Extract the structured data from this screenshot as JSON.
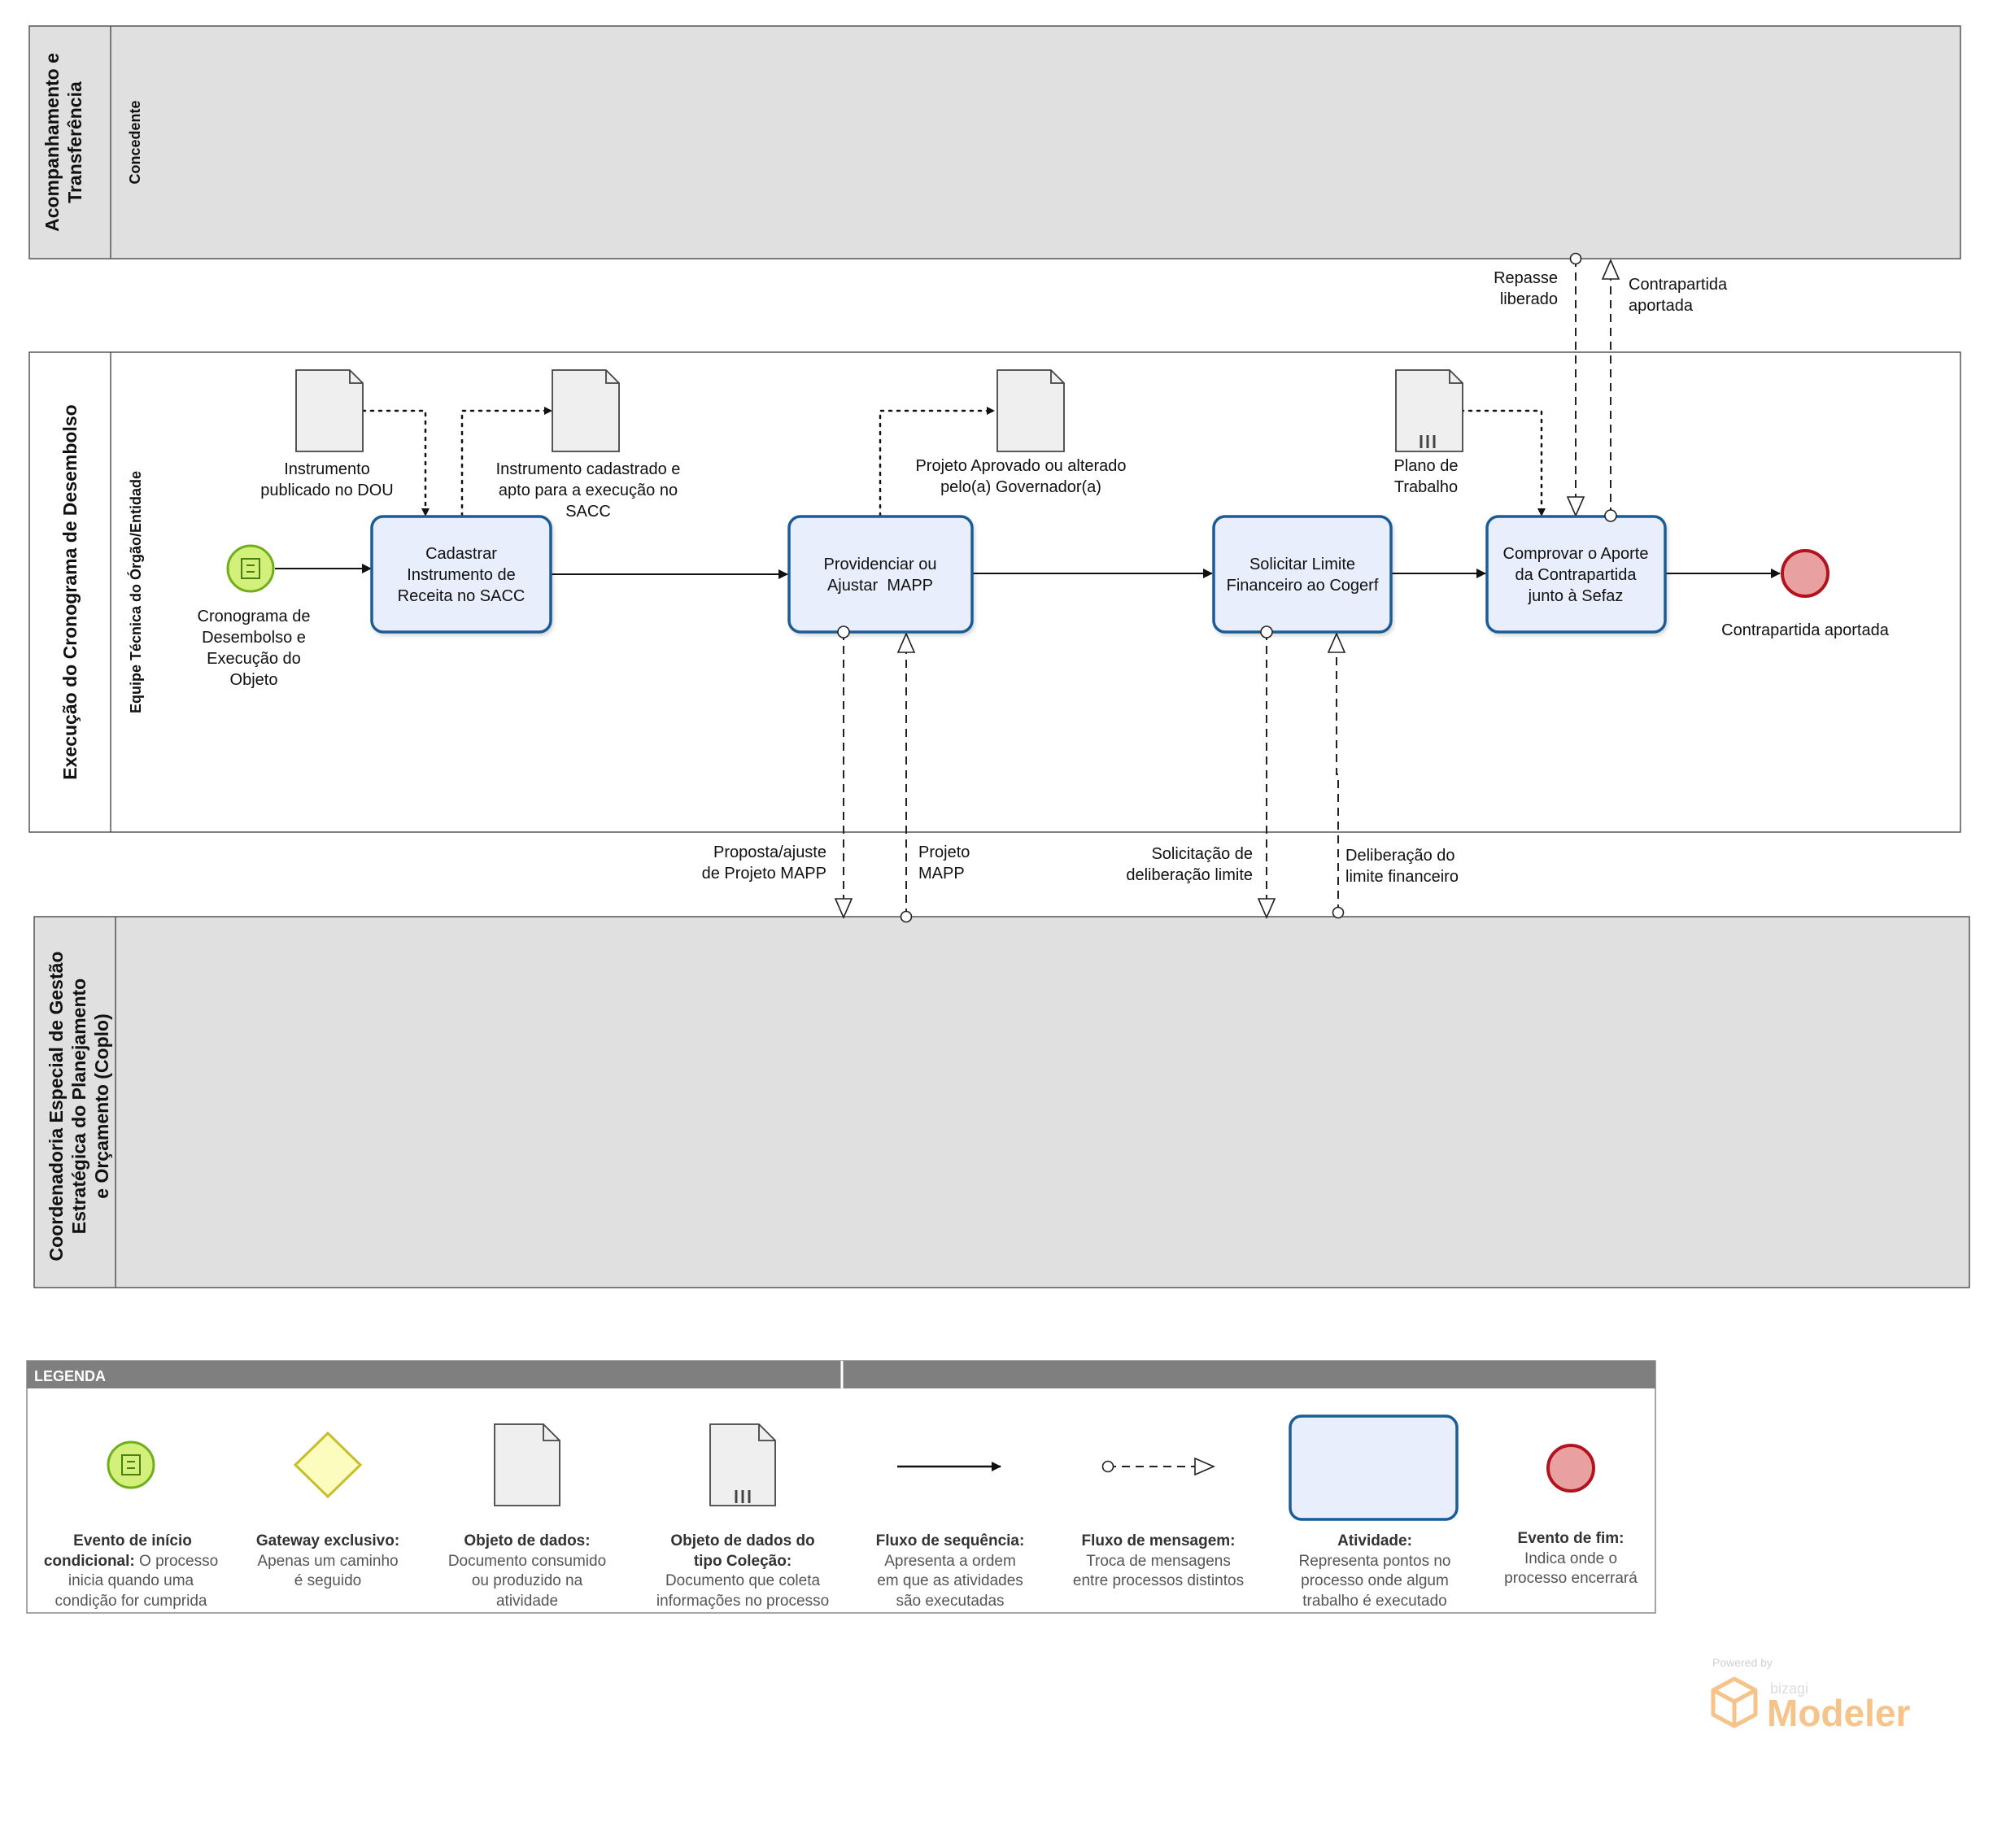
{
  "pools": {
    "acompanhamento": {
      "title_line1": "Acompanhamento e",
      "title_line2": "Transferência",
      "lane": "Concedente"
    },
    "execucao": {
      "title": "Execução do Cronograma de Desembolso",
      "lane": "Equipe Técnica do Órgão/Entidade"
    },
    "coordenadoria": {
      "title_line1": "Coordenadoria  Especial de Gestão",
      "title_line2": "Estratégica do Planejamento",
      "title_line3": "e Orçamento (Coplo)"
    }
  },
  "start_event": {
    "label_lines": [
      "Cronograma de",
      "Desembolso e",
      "Execução do",
      "Objeto"
    ]
  },
  "end_event": {
    "label": "Contrapartida aportada"
  },
  "tasks": {
    "cadastrar": {
      "lines": [
        "Cadastrar",
        "Instrumento de",
        "Receita no SACC"
      ]
    },
    "providenciar": {
      "lines": [
        "Providenciar ou",
        "Ajustar  MAPP"
      ]
    },
    "solicitar": {
      "lines": [
        "Solicitar Limite",
        "Financeiro ao Cogerf"
      ]
    },
    "comprovar": {
      "lines": [
        "Comprovar o Aporte",
        "da Contrapartida",
        "junto à Sefaz"
      ]
    }
  },
  "data_objects": {
    "instrumento_publicado": {
      "lines": [
        "Instrumento",
        "publicado no DOU"
      ]
    },
    "instrumento_cadastrado": {
      "lines": [
        "Instrumento cadastrado e",
        "apto para a execução no",
        "SACC"
      ]
    },
    "projeto_aprovado": {
      "lines": [
        "Projeto Aprovado ou alterado",
        "pelo(a) Governador(a)"
      ]
    },
    "plano_trabalho": {
      "lines": [
        "Plano de",
        "Trabalho"
      ]
    }
  },
  "messages": {
    "repasse": {
      "lines": [
        "Repasse",
        "liberado"
      ]
    },
    "contrapartida": {
      "lines": [
        "Contrapartida",
        "aportada"
      ]
    },
    "proposta": {
      "lines": [
        "Proposta/ajuste",
        "de Projeto MAPP"
      ]
    },
    "projeto_mapp": {
      "lines": [
        "Projeto",
        "MAPP"
      ]
    },
    "solicitacao": {
      "lines": [
        "Solicitação de",
        "deliberação limite"
      ]
    },
    "deliberacao": {
      "lines": [
        "Deliberação do",
        "limite financeiro"
      ]
    }
  },
  "legend": {
    "header": "LEGENDA",
    "items": [
      {
        "bold_lines": [
          "Evento de início"
        ],
        "mixed_bold": "condicional:",
        "mixed_rest": " O processo",
        "lines": [
          "inicia quando uma",
          "condição for cumprida"
        ]
      },
      {
        "bold_lines": [
          "Gateway exclusivo:"
        ],
        "lines": [
          "Apenas um caminho",
          "é seguido"
        ]
      },
      {
        "bold_lines": [
          "Objeto de dados:"
        ],
        "lines": [
          "Documento consumido",
          "ou produzido na",
          "atividade"
        ]
      },
      {
        "bold_lines": [
          "Objeto de dados do",
          "tipo Coleção:"
        ],
        "lines": [
          "Documento que coleta",
          "informações no processo"
        ]
      },
      {
        "bold_lines": [
          "Fluxo de sequência:"
        ],
        "lines": [
          "Apresenta a ordem",
          "em que as atividades",
          "são executadas"
        ]
      },
      {
        "bold_lines": [
          "Fluxo de mensagem:"
        ],
        "lines": [
          "Troca de mensagens",
          "entre processos distintos"
        ]
      },
      {
        "bold_lines": [
          "Atividade:"
        ],
        "lines": [
          "Representa pontos no",
          "processo onde algum",
          "trabalho é executado"
        ]
      },
      {
        "bold_lines": [
          "Evento de fim:"
        ],
        "lines": [
          "Indica onde o",
          "processo encerrará"
        ]
      }
    ]
  },
  "branding": {
    "powered": "Powered by",
    "brand": "bizagi",
    "product": "Modeler"
  },
  "colors": {
    "pool_fill": "#e0e0e0",
    "task_fill": "#e8eefc",
    "task_stroke": "#1a5c96",
    "start_fill": "#d3f07a",
    "start_stroke": "#6fae1c",
    "end_fill": "#e8a0a0",
    "end_stroke": "#b3121f",
    "gateway_fill": "#fdfcbf",
    "gateway_stroke": "#c8bd2a",
    "legend_header": "#7f7f7f",
    "watermark": "#f6c48a"
  }
}
